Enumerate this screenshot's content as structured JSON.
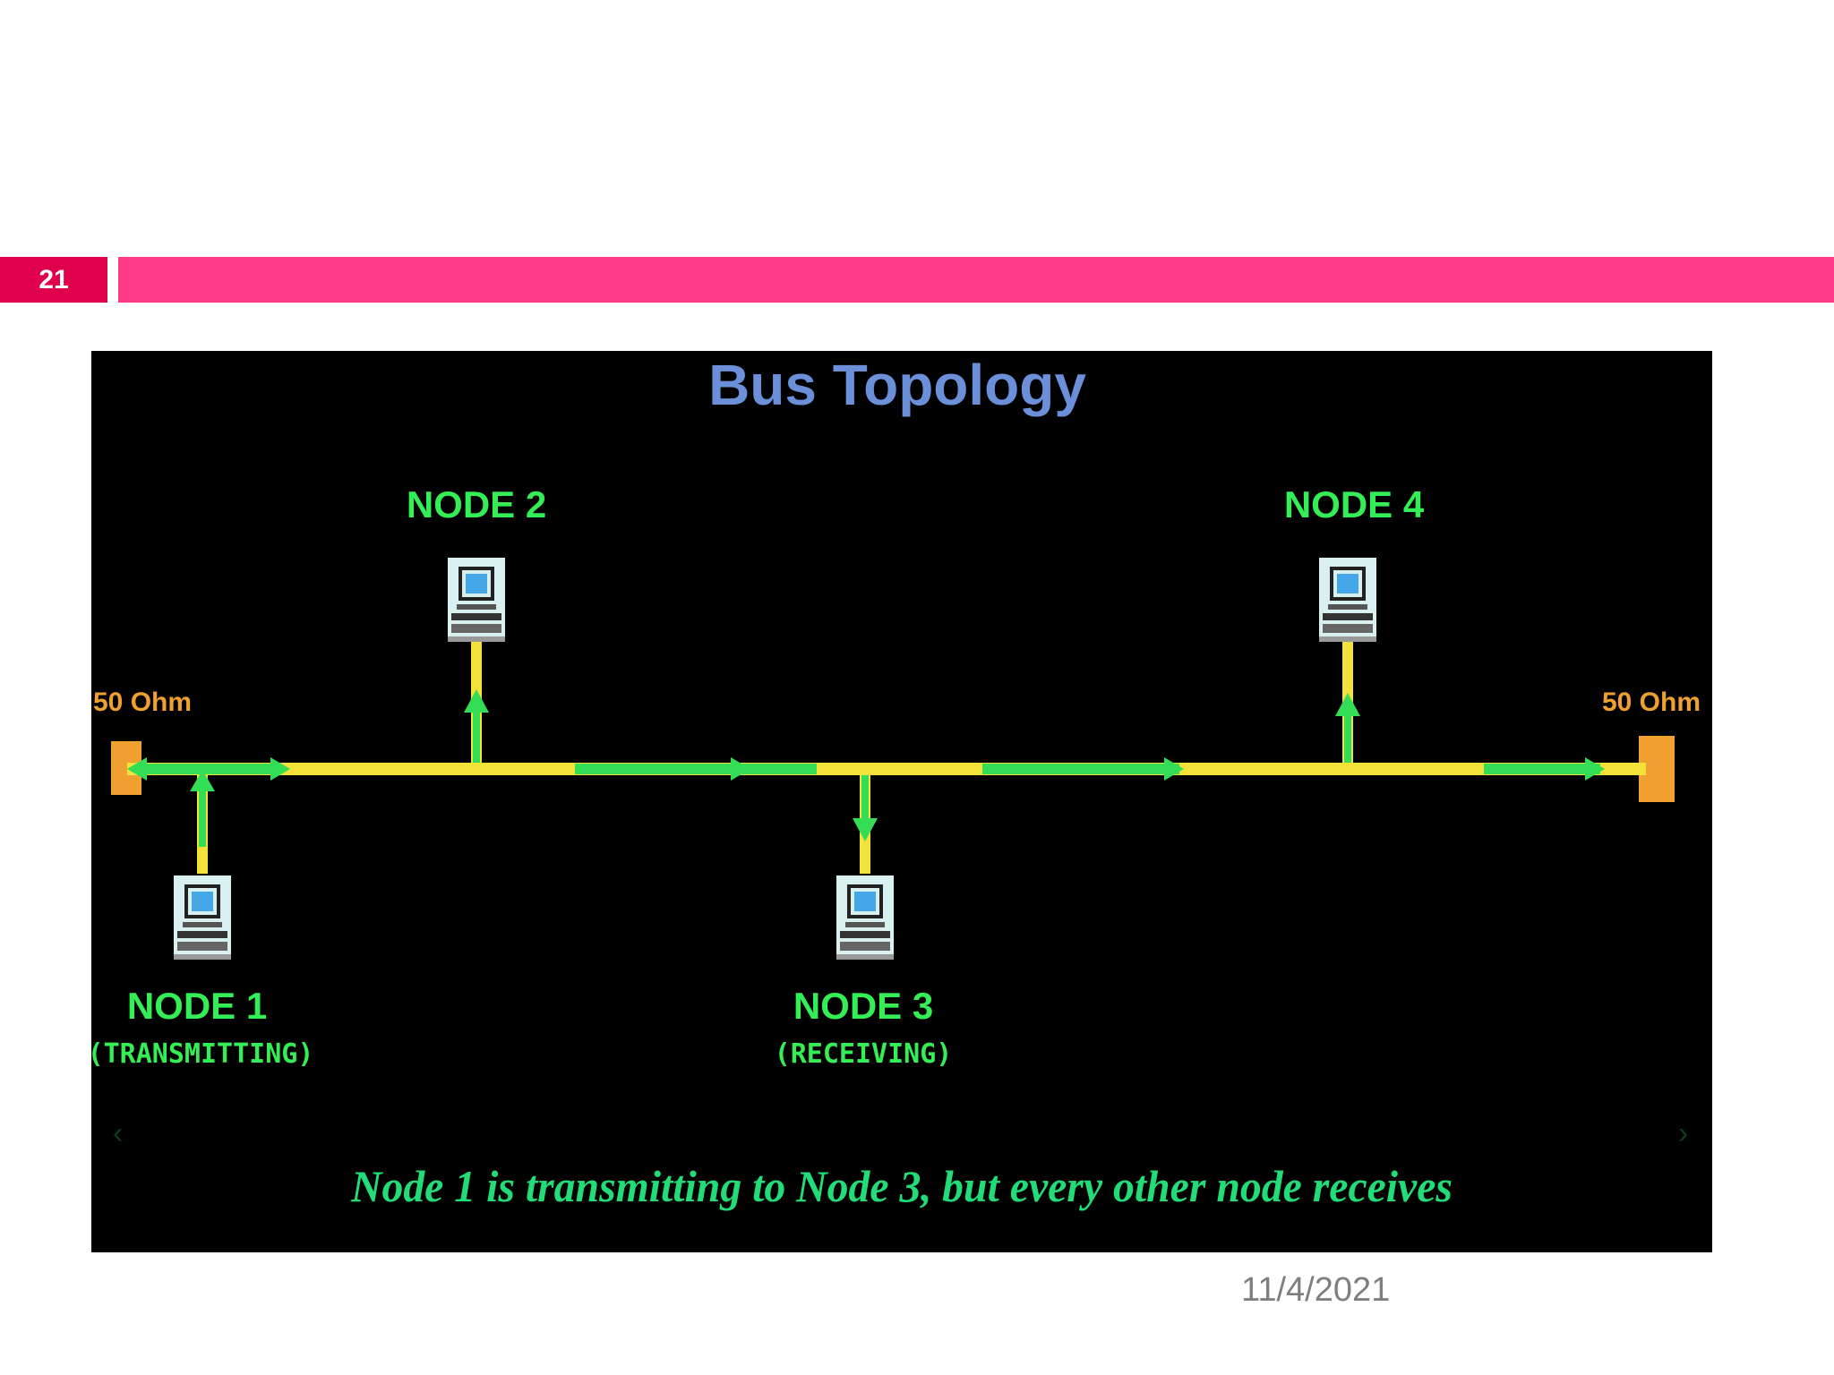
{
  "slide": {
    "number": "21",
    "date": "11/4/2021"
  },
  "colors": {
    "accent_dark": "#e0004d",
    "accent_bar": "#ff3a87",
    "title": "#6b8fd8",
    "node_label": "#33ee55",
    "cable": "#f2e23a",
    "signal": "#33dd55",
    "terminator": "#f0a030",
    "caption": "#22dd77"
  },
  "diagram": {
    "title": "Bus Topology",
    "terminators": {
      "left": "50 Ohm",
      "right": "50 Ohm"
    },
    "nodes": [
      {
        "label": "NODE 1",
        "status": "(TRANSMITTING)",
        "icon": "computer-icon"
      },
      {
        "label": "NODE 2",
        "status": "",
        "icon": "computer-icon"
      },
      {
        "label": "NODE 3",
        "status": "(RECEIVING)",
        "icon": "computer-icon"
      },
      {
        "label": "NODE 4",
        "status": "",
        "icon": "computer-icon"
      }
    ],
    "caption": "Node 1 is transmitting to Node 3, but every other node receives"
  }
}
